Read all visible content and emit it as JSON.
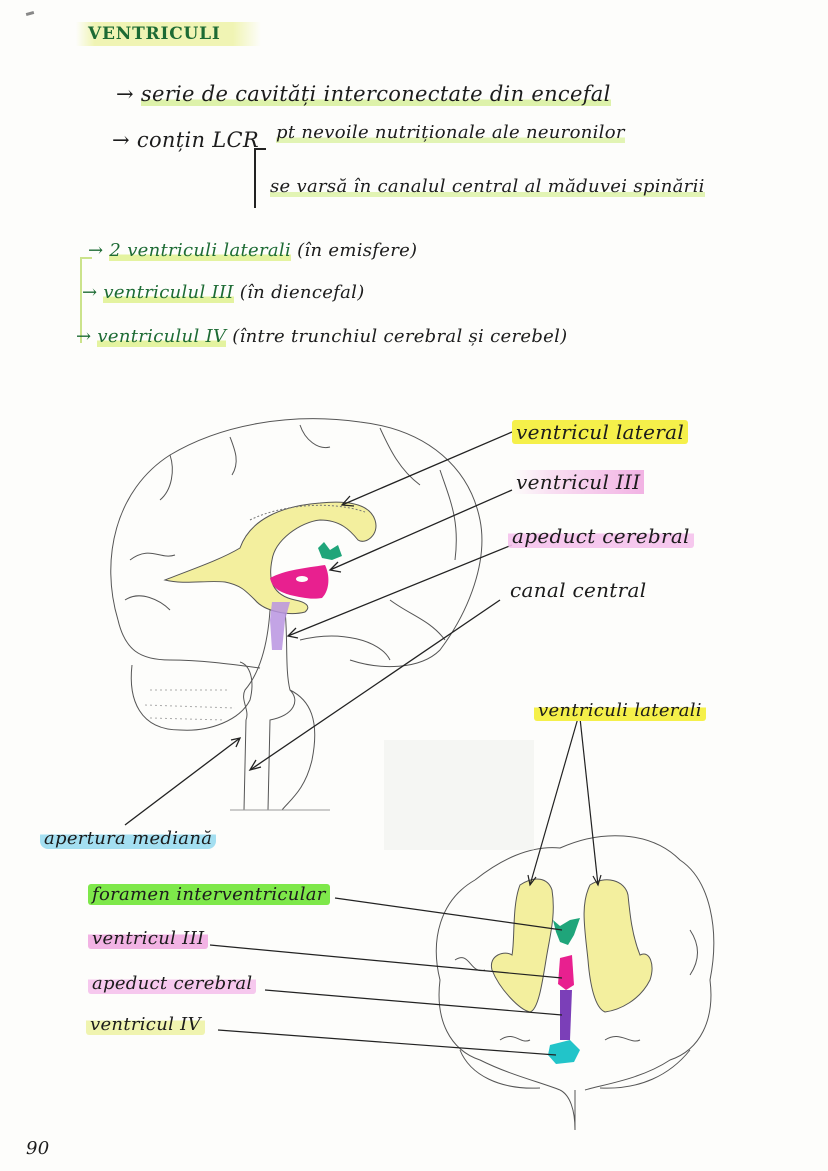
{
  "page": {
    "title": "VENTRICULI",
    "page_number": "90",
    "colors": {
      "yellow_highlight": "#f5f04a",
      "pale_yellow_highlight": "#eef3a8",
      "pink_highlight": "#f0a6e0",
      "light_pink_highlight": "#f5c2ec",
      "green_highlight": "#7ee84a",
      "blue_highlight": "#9adcf0",
      "green_ink": "#1d6b34",
      "ventricle_lateral": "#f3ef9e",
      "ventricle_third": "#e8208f",
      "aqueduct": "#9a5fc9",
      "foramen": "#1fa57a",
      "ventricle_fourth": "#22c4c9"
    }
  },
  "intro": {
    "lines": [
      {
        "arrow": "→",
        "text": "serie de cavități interconectate din encefal"
      },
      {
        "arrow": "→",
        "text": "conțin LCR"
      }
    ],
    "lcr_bracket": [
      "pt nevoile nutriționale ale neuronilor",
      "se varsă în canalul central al măduvei spinării"
    ]
  },
  "types": {
    "items": [
      {
        "arrow": "→",
        "name": "2 ventriculi laterali",
        "note": "(în emisfere)"
      },
      {
        "arrow": "→",
        "name": "ventriculul III",
        "note": "(în diencefal)"
      },
      {
        "arrow": "→",
        "name": "ventriculul IV",
        "note": "(între trunchiul cerebral și cerebel)"
      }
    ]
  },
  "diagram_sagittal": {
    "labels": [
      {
        "text": "ventricul lateral",
        "highlight": "yellow"
      },
      {
        "text": "ventricul III",
        "highlight": "pink"
      },
      {
        "text": "apeduct cerebral",
        "highlight": "light_pink"
      },
      {
        "text": "canal central",
        "highlight": "none"
      }
    ],
    "bottom_label": {
      "text": "apertura mediană",
      "highlight": "blue"
    }
  },
  "diagram_coronal": {
    "top_label": {
      "text": "ventriculi laterali",
      "highlight": "yellow"
    },
    "labels": [
      {
        "text": "foramen interventricular",
        "highlight": "green"
      },
      {
        "text": "ventricul III",
        "highlight": "pink"
      },
      {
        "text": "apeduct cerebral",
        "highlight": "light_pink"
      },
      {
        "text": "ventricul IV",
        "highlight": "pale_yellow"
      }
    ]
  }
}
